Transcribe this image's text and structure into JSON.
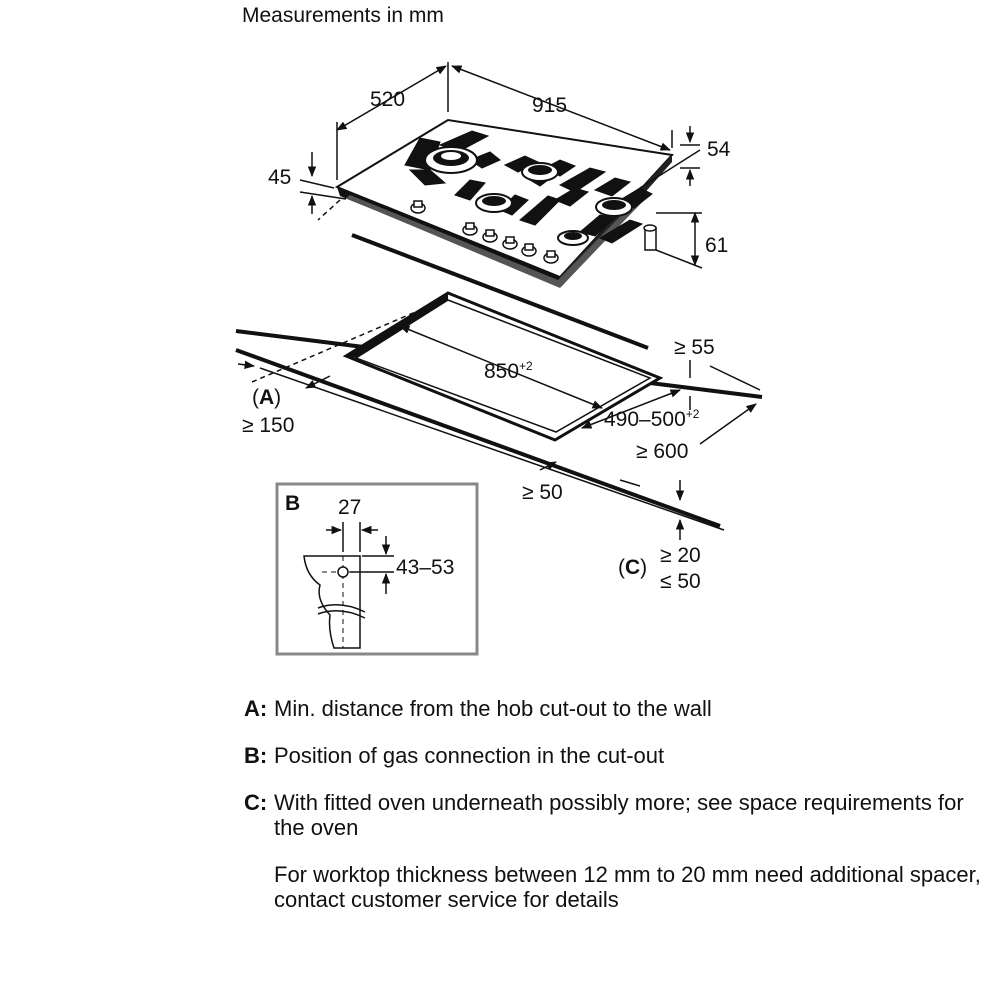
{
  "title": "Measurements in mm",
  "dimensions": {
    "depth": "520",
    "width": "915",
    "glass_height": "54",
    "edge_height": "45",
    "total_height": "61",
    "cutout_width": "850",
    "cutout_width_tol": "+2",
    "cutout_depth": "490–500",
    "cutout_depth_tol": "+2",
    "rear_distance": "≥ 55",
    "front_distance": "≥ 50",
    "worktop_depth": "≥ 600",
    "wall_distance": "≥ 150",
    "worktop_min": "≥ 20",
    "worktop_max": "≤ 50",
    "gas_offset": "27",
    "gas_height": "43–53"
  },
  "markers": {
    "a": "A",
    "c": "C",
    "b": "B"
  },
  "legend": {
    "a_key": "A:",
    "a_text": "Min. distance from the hob cut-out to the wall",
    "b_key": "B:",
    "b_text": "Position of gas connection in the cut-out",
    "c_key": "C:",
    "c_text": "With fitted oven underneath possibly more; see space requirements for the oven",
    "note": "For worktop thickness between 12 mm to 20 mm need additional spacer, contact customer service for details"
  }
}
